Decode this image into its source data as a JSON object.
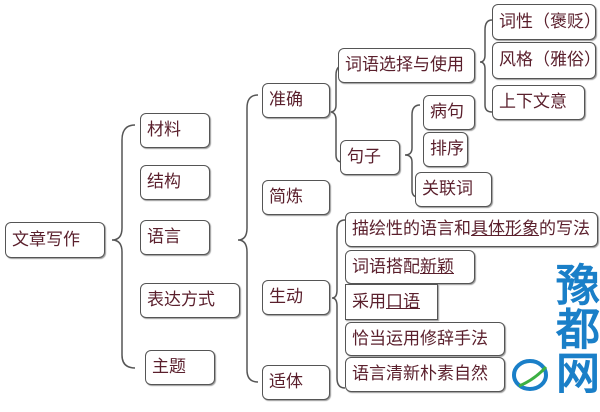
{
  "root": "文章写作",
  "level1": [
    "材料",
    "结构",
    "语言",
    "表达方式",
    "主题"
  ],
  "language": [
    "准确",
    "简炼",
    "生动",
    "适体"
  ],
  "accurate": {
    "word_choice": "词语选择与使用",
    "sentence": "句子"
  },
  "word_choice_items": [
    "词性（褒贬）",
    "风格（雅俗）",
    "上下文意"
  ],
  "sentence_items": [
    "病句",
    "排序",
    "关联词"
  ],
  "vivid_items": [
    {
      "pre": "描绘性的语言和",
      "u": "具体形象",
      "post": "的写法"
    },
    {
      "pre": "词语搭配",
      "u": "新颖",
      "post": ""
    },
    {
      "pre": "采用",
      "u": "口语",
      "post": ""
    },
    {
      "pre": "恰当运用修辞手法",
      "u": "",
      "post": ""
    },
    {
      "pre": "语言清新朴素自然",
      "u": "",
      "post": ""
    }
  ],
  "watermark": "豫都网",
  "colors": {
    "text": "#5a1f2c",
    "border": "#555555",
    "watermark": "#1a7fc8"
  }
}
